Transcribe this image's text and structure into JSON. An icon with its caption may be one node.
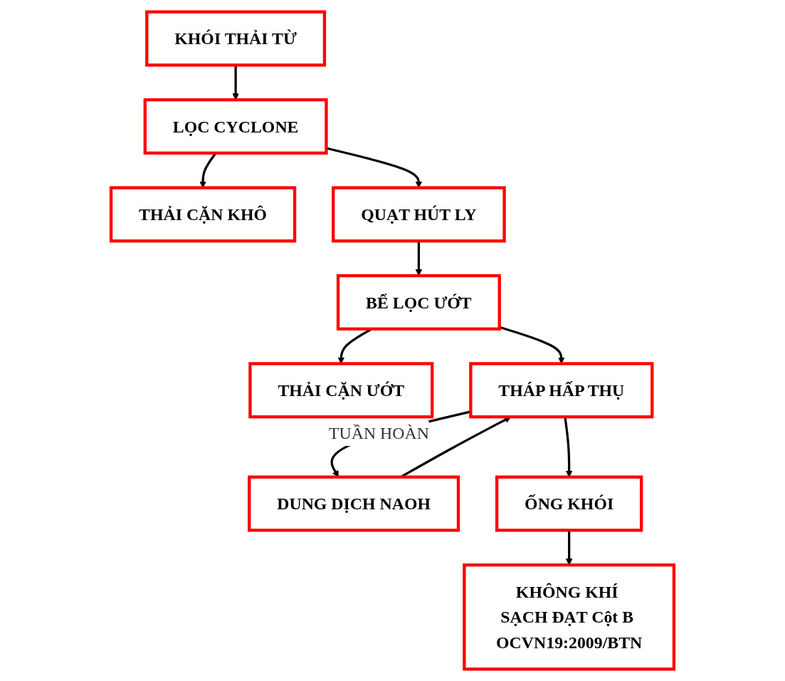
{
  "diagram": {
    "nodes": [
      {
        "text": [
          "KHÓI THẢI TỪ"
        ]
      },
      {
        "text": [
          "LỌC CYCLONE"
        ]
      },
      {
        "text": [
          "THẢI CẶN KHÔ"
        ]
      },
      {
        "text": [
          "QUẠT HÚT LY"
        ]
      },
      {
        "text": [
          "BỂ LỌC ƯỚT"
        ]
      },
      {
        "text": [
          "THẢI CẶN ƯỚT"
        ]
      },
      {
        "text": [
          "DUNG DỊCH NAOH"
        ]
      },
      {
        "text": [
          "THÁP HẤP THỤ"
        ]
      },
      {
        "text": [
          "ỐNG KHÓI"
        ]
      },
      {
        "text": [
          "KHÔNG KHÍ SẠCH ĐẠT Cột B OCVN19:2009/BTN"
        ]
      }
    ],
    "edges": [
      {
        "from": 0,
        "to": 1,
        "arrow": "to"
      },
      {
        "from": 1,
        "to": 2,
        "arrow": "to"
      },
      {
        "from": 1,
        "to": 3,
        "arrow": "to"
      },
      {
        "from": 3,
        "to": 4,
        "arrow": "to"
      },
      {
        "from": 4,
        "to": 5,
        "arrow": "to"
      },
      {
        "from": 4,
        "to": 7,
        "arrow": "to"
      },
      {
        "from": 6,
        "to": 7,
        "arrow": "to"
      },
      {
        "from": 7,
        "to": 6,
        "arrow": "to",
        "label": "TUẦN HOÀN"
      },
      {
        "from": 7,
        "to": 8,
        "arrow": "to"
      },
      {
        "from": 8,
        "to": 9,
        "arrow": "to"
      }
    ]
  }
}
